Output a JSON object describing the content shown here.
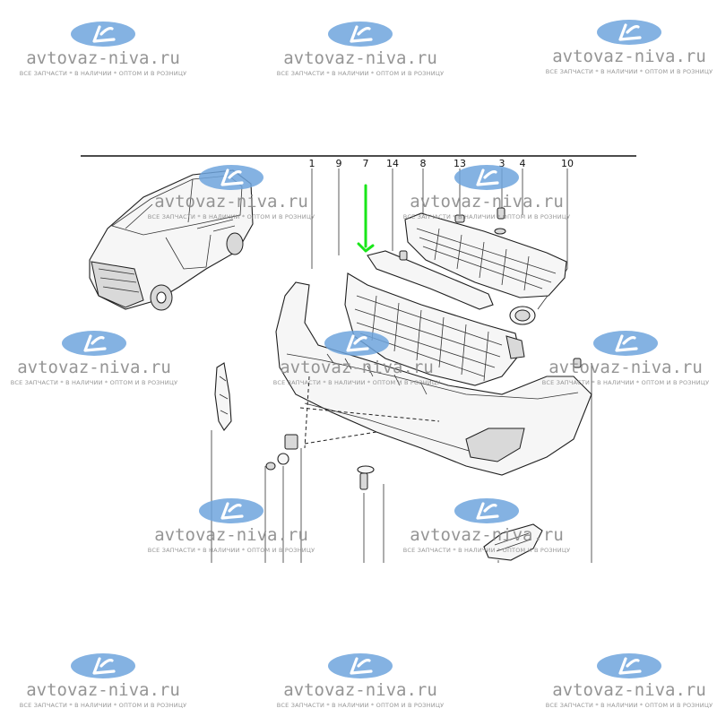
{
  "diagram": {
    "callouts": [
      "1",
      "9",
      "7",
      "14",
      "8",
      "13",
      "3",
      "4",
      "10"
    ],
    "highlight_color": "#19e619"
  },
  "watermark": {
    "site": "avtovaz-niva.ru",
    "tagline": "ВСЕ ЗАПЧАСТИ * В НАЛИЧИИ * ОПТОМ И В РОЗНИЦУ",
    "logo_color": "#6fa4dd"
  }
}
